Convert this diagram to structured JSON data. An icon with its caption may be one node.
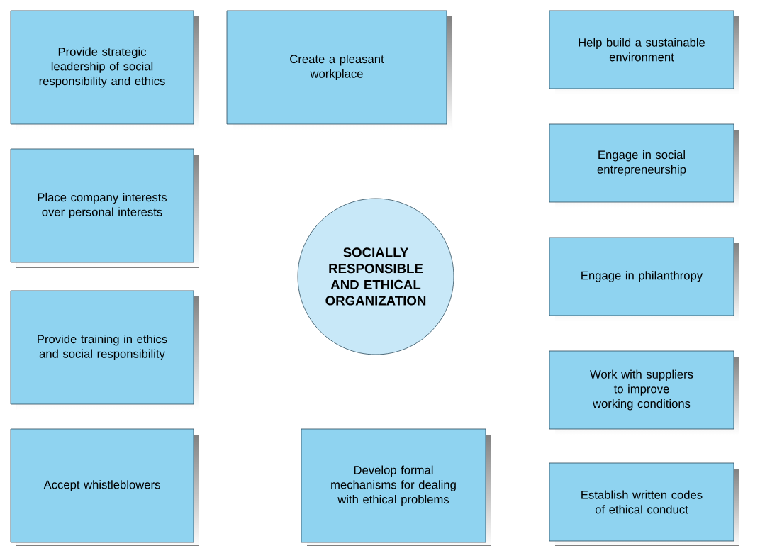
{
  "diagram": {
    "nodes": [
      {
        "text": [
          "Provide strategic leadership of social responsibility and ethics"
        ]
      },
      {
        "text": [
          "Create a pleasant workplace"
        ]
      },
      {
        "text": [
          "Help build a sustainable environment"
        ]
      },
      {
        "text": [
          "Engage in social entrepreneurship"
        ]
      },
      {
        "text": [
          "Place company interests over personal interests"
        ]
      },
      {
        "text": [
          "SOCIALLY RESPONSIBLE AND ETHICAL ORGANIZATION"
        ]
      },
      {
        "text": [
          "Engage in philanthropy"
        ]
      },
      {
        "text": [
          "Provide training in ethics and social responsibility"
        ]
      },
      {
        "text": [
          "Work with suppliers to improve working conditions"
        ]
      },
      {
        "text": [
          "Accept whistleblowers"
        ]
      },
      {
        "text": [
          "Develop formal mechanisms for dealing with ethical problems"
        ]
      },
      {
        "text": [
          "Establish written codes of ethical conduct"
        ]
      }
    ]
  }
}
